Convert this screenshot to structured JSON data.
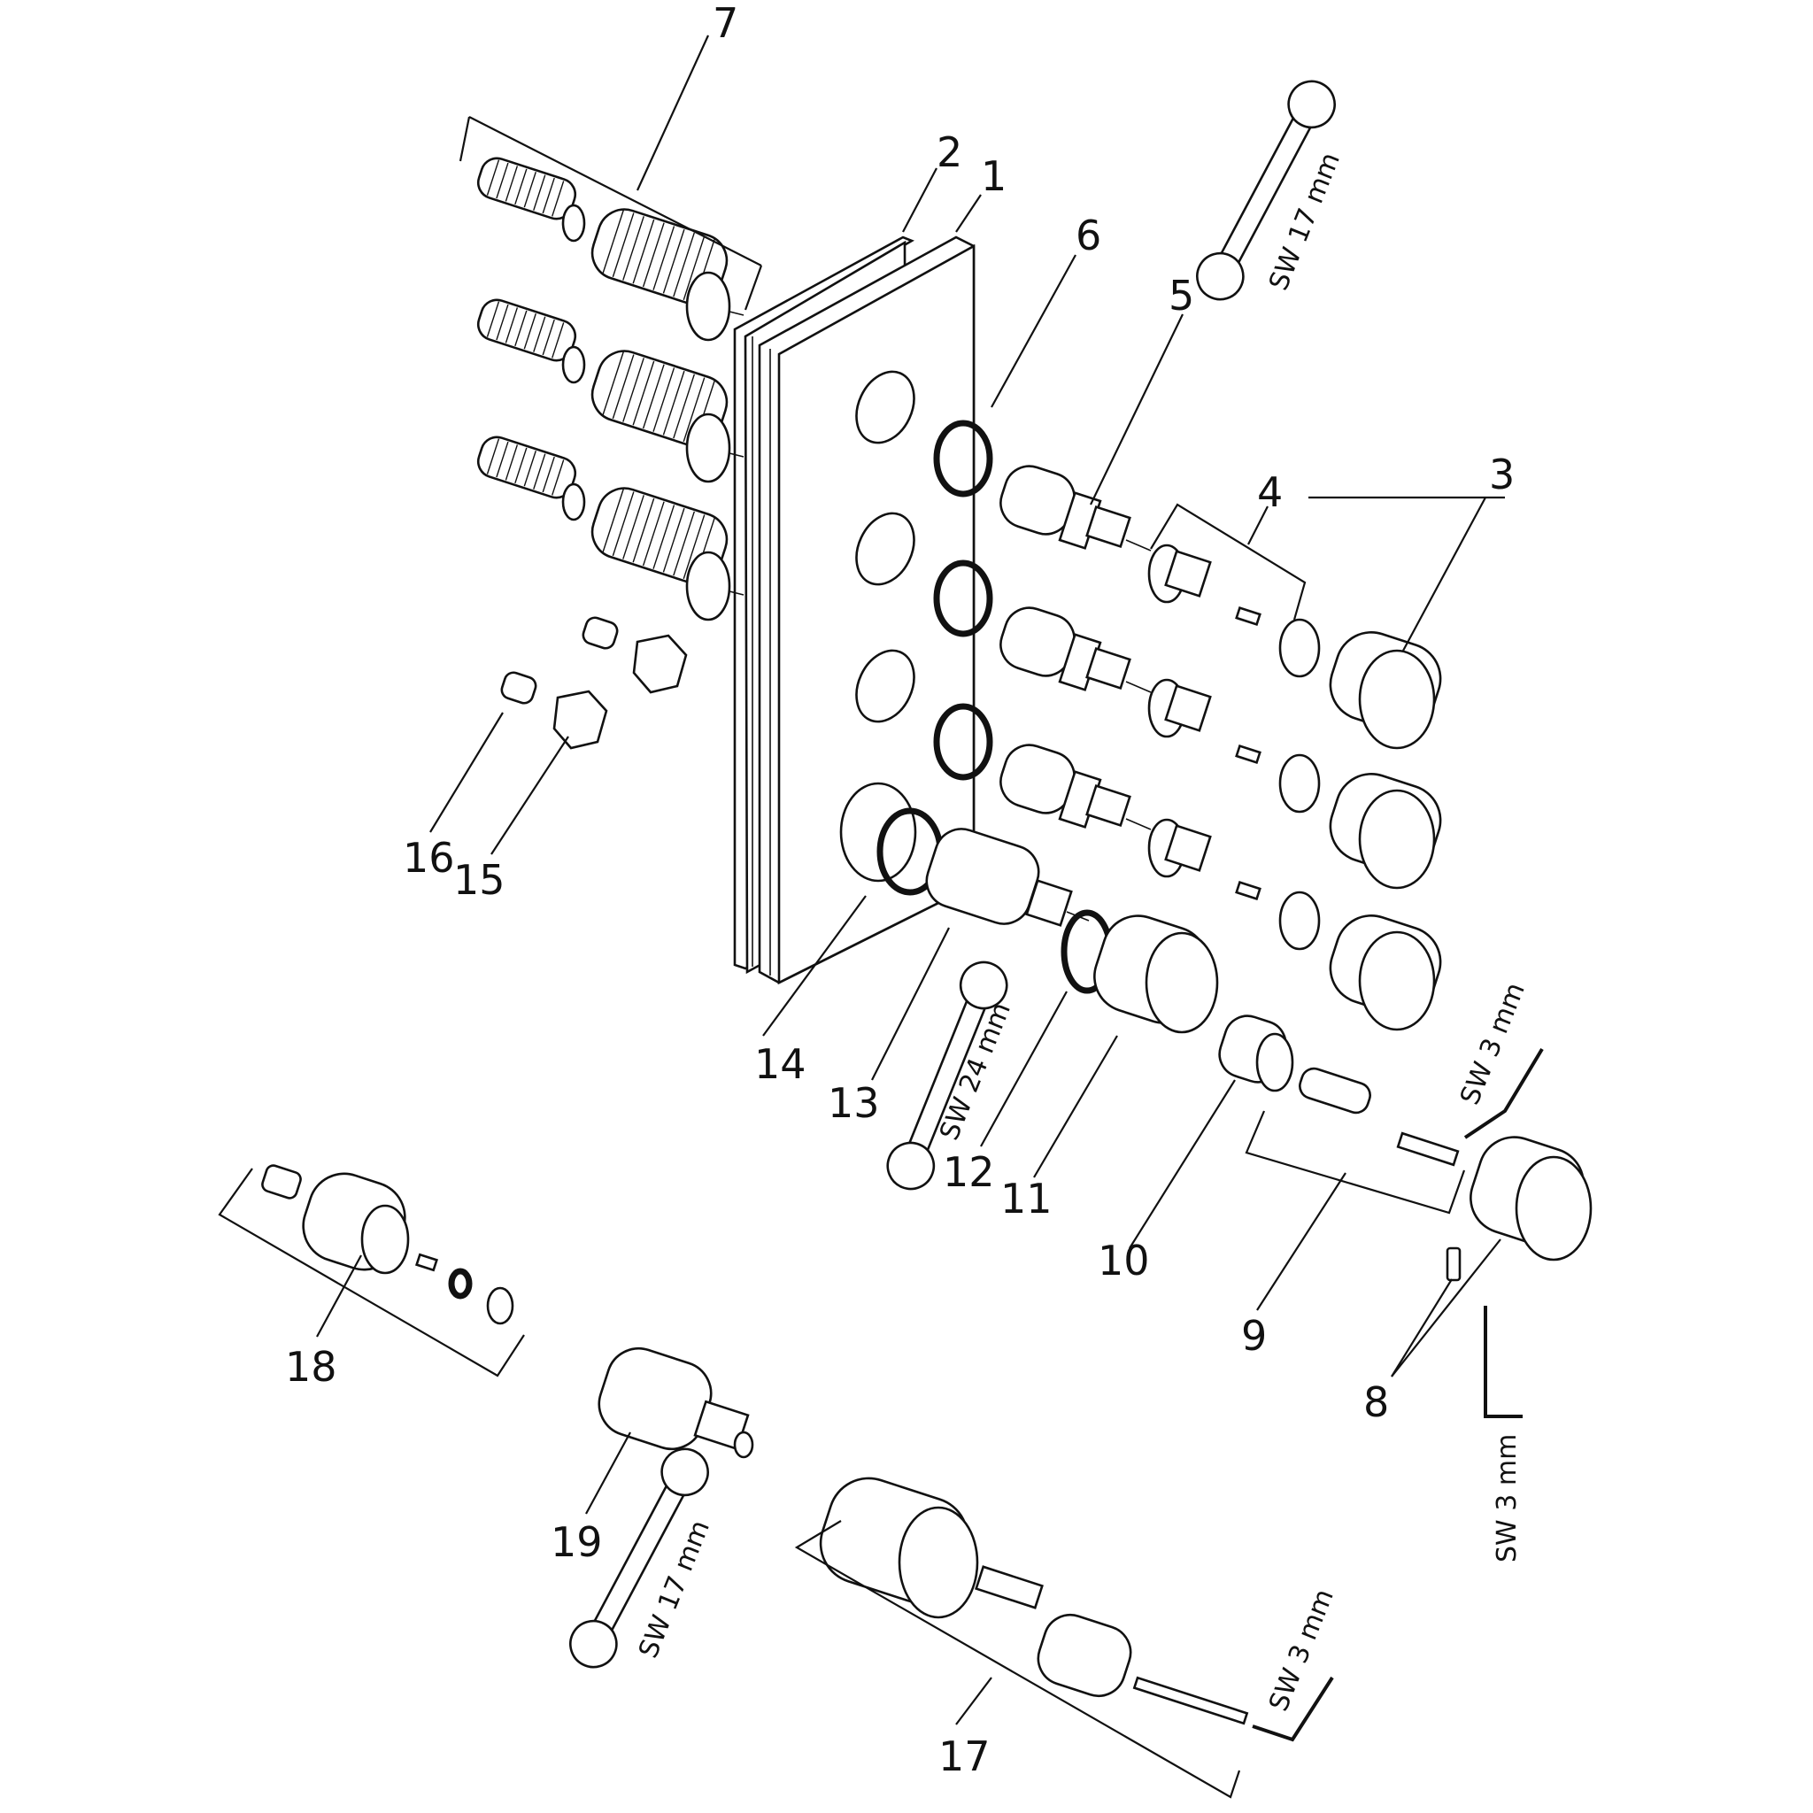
{
  "callouts": {
    "c1": "1",
    "c2": "2",
    "c3": "3",
    "c4": "4",
    "c5": "5",
    "c6": "6",
    "c7": "7",
    "c8": "8",
    "c9": "9",
    "c10": "10",
    "c11": "11",
    "c12": "12",
    "c13": "13",
    "c14": "14",
    "c15": "15",
    "c16": "16",
    "c17": "17",
    "c18": "18",
    "c19": "19"
  },
  "tool_labels": {
    "wrench_17_top": "SW 17 mm",
    "wrench_24": "SW 24 mm",
    "wrench_17_bottom": "SW 17 mm",
    "hex_3_a": "SW 3 mm",
    "hex_3_b": "SW 3 mm",
    "hex_3_c": "SW 3 mm"
  },
  "icons": {
    "wrench": "open-end-wrench-icon",
    "hex_key": "hex-key-icon"
  },
  "colors": {
    "line": "#111111",
    "background": "#ffffff"
  }
}
